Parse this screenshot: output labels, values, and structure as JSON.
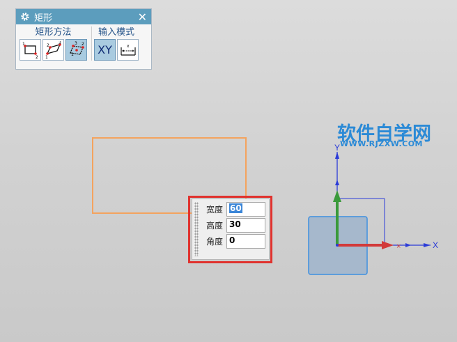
{
  "dialog": {
    "title": "矩形",
    "close_icon": "close-icon",
    "method_group": {
      "label": "矩形方法",
      "buttons": [
        "two-point-rect-icon",
        "three-point-rect-icon",
        "from-center-rect-icon"
      ],
      "active_index": 2
    },
    "input_group": {
      "label": "输入模式",
      "xy_label": "XY",
      "buttons": [
        "coordinate-mode",
        "parameter-mode-icon"
      ],
      "active_index": 0
    }
  },
  "dimensions": {
    "width_label": "宽度",
    "width_value": "60",
    "height_label": "高度",
    "height_value": "30",
    "angle_label": "角度",
    "angle_value": "0"
  },
  "watermark": {
    "title": "软件自学网",
    "url": "WWW.RJZXW.COM"
  },
  "csys": {
    "x_label": "X",
    "y_label": "Y",
    "colors": {
      "x_axis": "#d23a3a",
      "y_axis": "#3a9a3a",
      "blue": "#2b3bd8",
      "square": "#a6b8cc"
    }
  }
}
